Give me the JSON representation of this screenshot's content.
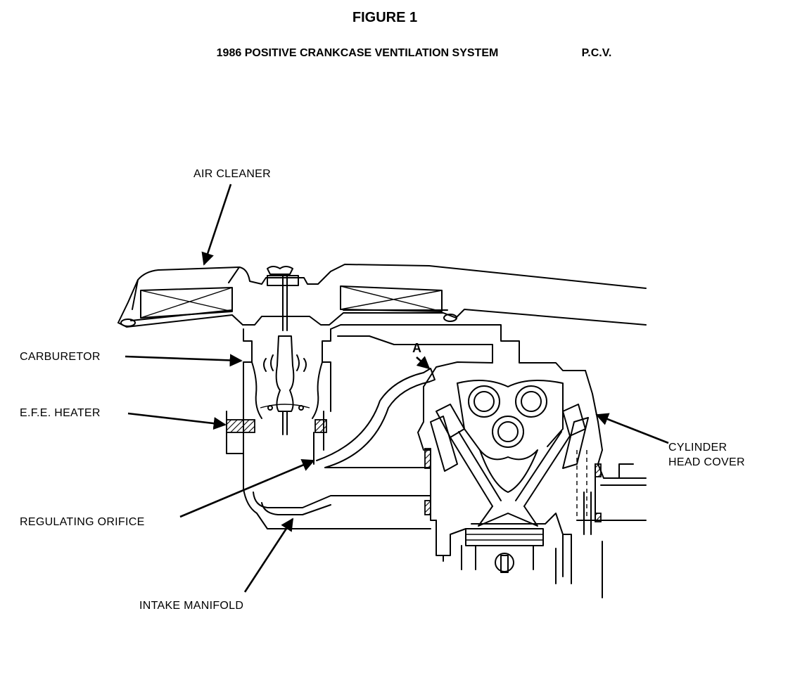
{
  "figure": {
    "title": "FIGURE 1",
    "subtitle": "1986 POSITIVE CRANKCASE VENTILATION SYSTEM",
    "abbreviation": "P.C.V."
  },
  "labels": {
    "air_cleaner": "AIR CLEANER",
    "carburetor": "CARBURETOR",
    "efe_heater": "E.F.E. HEATER",
    "regulating_orifice": "REGULATING ORIFICE",
    "intake_manifold": "INTAKE MANIFOLD",
    "cylinder_head_cover_line1": "CYLINDER",
    "cylinder_head_cover_line2": "HEAD COVER",
    "point_a": "A"
  }
}
